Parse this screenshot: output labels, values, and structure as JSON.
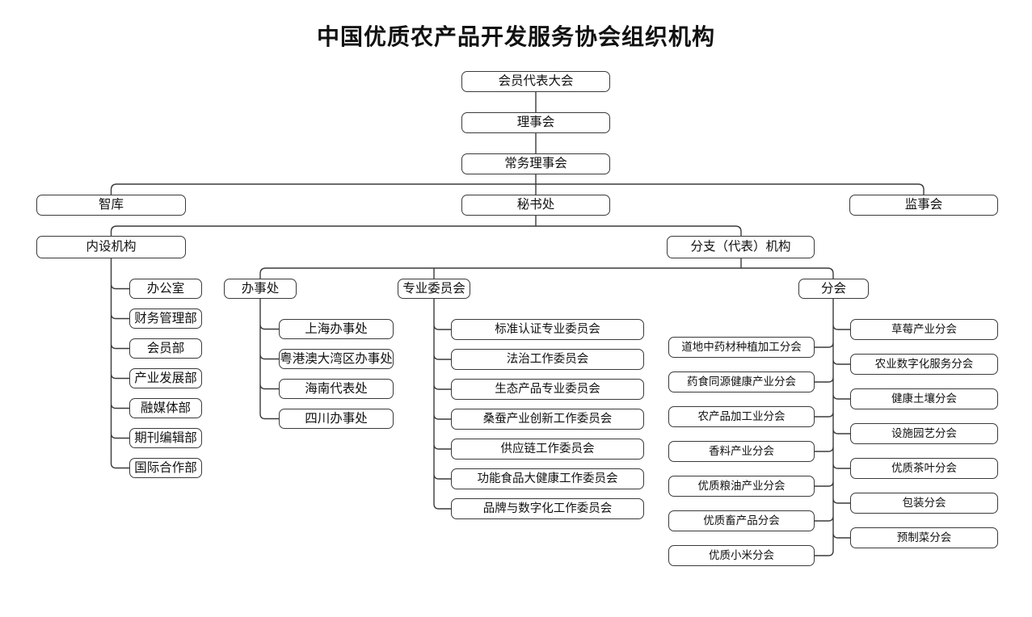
{
  "title": "中国优质农产品开发服务协会组织机构",
  "colors": {
    "background": "#ffffff",
    "box_fill": "#ffffff",
    "box_border": "#3a3a3a",
    "line": "#3a3a3a",
    "text": "#111111"
  },
  "org": {
    "assembly": "会员代表大会",
    "council": "理事会",
    "standing_council": "常务理事会",
    "think_tank": "智库",
    "secretariat": "秘书处",
    "supervisory_board": "监事会",
    "internal": {
      "label": "内设机构",
      "departments": [
        "办公室",
        "财务管理部",
        "会员部",
        "产业发展部",
        "融媒体部",
        "期刊编辑部",
        "国际合作部"
      ]
    },
    "branch": {
      "label": "分支（代表）机构",
      "offices": {
        "label": "办事处",
        "items": [
          "上海办事处",
          "粤港澳大湾区办事处",
          "海南代表处",
          "四川办事处"
        ]
      },
      "committees": {
        "label": "专业委员会",
        "items": [
          "标准认证专业委员会",
          "法治工作委员会",
          "生态产品专业委员会",
          "桑蚕产业创新工作委员会",
          "供应链工作委员会",
          "功能食品大健康工作委员会",
          "品牌与数字化工作委员会"
        ]
      },
      "chapters": {
        "label": "分会",
        "left_items": [
          "道地中药材种植加工分会",
          "药食同源健康产业分会",
          "农产品加工业分会",
          "香料产业分会",
          "优质粮油产业分会",
          "优质畜产品分会",
          "优质小米分会"
        ],
        "right_items": [
          "草莓产业分会",
          "农业数字化服务分会",
          "健康土壤分会",
          "设施园艺分会",
          "优质茶叶分会",
          "包装分会",
          "预制菜分会"
        ]
      }
    }
  }
}
